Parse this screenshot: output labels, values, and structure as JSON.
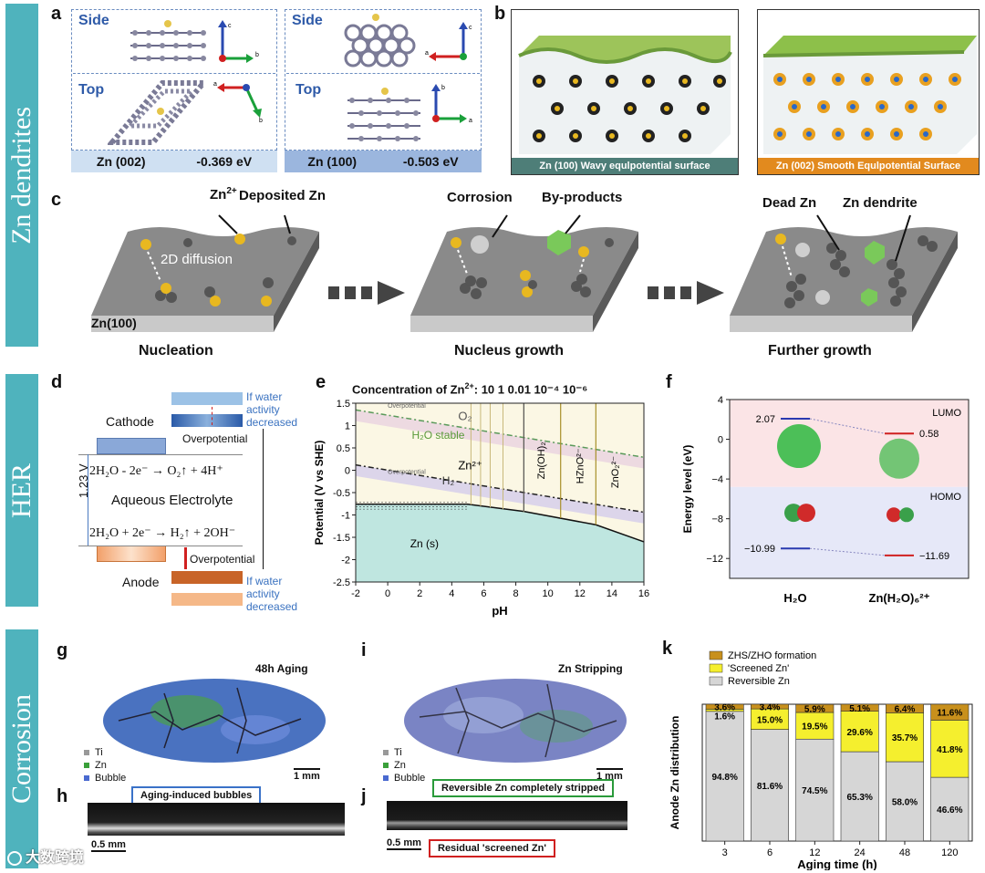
{
  "side_tabs": [
    "Zn dendrites",
    "HER",
    "Corrosion"
  ],
  "panels": {
    "a": {
      "label": "a",
      "left": {
        "side": "Side",
        "top": "Top",
        "facet": "Zn (002)",
        "energy": "-0.369 eV",
        "axis_c": "c",
        "axis_b": "b",
        "axis_a": "a"
      },
      "right": {
        "side": "Side",
        "top": "Top",
        "facet": "Zn (100)",
        "energy": "-0.503 eV",
        "axis_c": "c",
        "axis_b": "b",
        "axis_a": "a"
      }
    },
    "b": {
      "label": "b",
      "left_caption": "Zn (100) Wavy equlpotential surface",
      "right_caption": "Zn (002) Smooth Equlpotential Surface"
    },
    "c": {
      "label": "c",
      "zn2": "Zn",
      "zn2_sup": "2+",
      "deposited": "Deposited Zn",
      "diffusion": "2D diffusion",
      "substrate": "Zn(100)",
      "corrosion": "Corrosion",
      "byproducts": "By-products",
      "dead_zn": "Dead Zn",
      "dendrite": "Zn dendrite",
      "stage1": "Nucleation",
      "stage2": "Nucleus growth",
      "stage3": "Further growth"
    },
    "d": {
      "label": "d",
      "cathode": "Cathode",
      "anode": "Anode",
      "overpotential_top": "Overpotential",
      "overpotential_bottom": "Overpotential",
      "water_top": "If water activity decreased",
      "water_bottom": "If water activity decreased",
      "reaction_top": "2H₂O - 2e⁻ → O₂↑ + 4H⁺",
      "reaction_bottom": "2H₂O + 2e⁻ → H₂↑ + 2OH⁻",
      "electrolyte": "Aqueous Electrolyte",
      "voltage": "1.23 V"
    },
    "e": {
      "label": "e",
      "title": "Concentration of Zn",
      "title_sup": "2+",
      "title_values": ": 10  1  0.01  10⁻⁴  10⁻⁶",
      "o2_label": "O₂",
      "h2_label": "H₂",
      "overpotential": "Overpotential",
      "stable": "H₂O stable",
      "zn2": "Zn²⁺",
      "znoh": "Zn(OH)₂",
      "hzno": "HZnO²⁻",
      "zno2": "ZnO₂²⁻",
      "zns": "Zn (s)"
    },
    "f": {
      "label": "f",
      "lumo": "LUMO",
      "homo": "HOMO",
      "lumo_left": "2.07",
      "lumo_right": "0.58",
      "homo_left": "−10.99",
      "homo_right": "−11.69",
      "mol1": "H₂O",
      "mol2": "Zn(H₂O)₆²⁺"
    },
    "g": {
      "label": "g",
      "title": "48h Aging",
      "legend": [
        "Ti",
        "Zn",
        "Bubble"
      ],
      "scale": "1 mm"
    },
    "i": {
      "label": "i",
      "title": "Zn Stripping",
      "legend": [
        "Ti",
        "Zn",
        "Bubble"
      ],
      "scale": "1 mm"
    },
    "h": {
      "label": "h",
      "callout": "Aging-induced bubbles",
      "scale": "0.5 mm"
    },
    "j": {
      "label": "j",
      "callout_top": "Reversible Zn completely stripped",
      "callout_bottom": "Residual 'screened Zn'",
      "scale": "0.5 mm"
    },
    "k": {
      "label": "k"
    }
  },
  "watermark": "大数跨境",
  "colors": {
    "tab": "#4fb3bd",
    "zhs": "#c8901c",
    "screened": "#f5ef2e",
    "reversible": "#d6d6d6"
  },
  "chart_data": [
    {
      "type": "area",
      "panel": "e",
      "title": "Concentration of Zn²⁺ : 10  1  0.01  10⁻⁴  10⁻⁶",
      "xlabel": "pH",
      "ylabel": "Potential (V vs SHE)",
      "xlim": [
        -2,
        16
      ],
      "ylim": [
        -2.5,
        1.5
      ],
      "xticks": [
        -2,
        0,
        2,
        4,
        6,
        8,
        10,
        12,
        14,
        16
      ],
      "yticks": [
        1.5,
        1,
        0.5,
        0,
        -0.5,
        -1,
        -1.5,
        -2,
        -2.5
      ],
      "ytick_labels": [
        "1.5",
        "1",
        "0.5",
        "0",
        "-0.5",
        "-1",
        "-1.5",
        "-2",
        "-2.5"
      ],
      "series": [
        {
          "name": "O₂",
          "x": [
            -2,
            16
          ],
          "y": [
            1.35,
            0.29
          ]
        },
        {
          "name": "H₂",
          "x": [
            -2,
            16
          ],
          "y": [
            0.12,
            -0.94
          ]
        },
        {
          "x": [
            -2,
            5,
            8.5,
            13,
            16
          ],
          "y": [
            -0.76,
            -0.76,
            -0.92,
            -1.22,
            -1.6
          ]
        }
      ]
    },
    {
      "type": "bar",
      "panel": "k",
      "xlabel": "Aging time (h)",
      "ylabel": "Anode Zn distribution",
      "categories": [
        "3",
        "6",
        "12",
        "24",
        "48",
        "120"
      ],
      "ylim": [
        0,
        100
      ],
      "series": [
        {
          "name": "Reversible Zn",
          "values": [
            94.8,
            81.6,
            74.5,
            65.3,
            58.0,
            46.6
          ],
          "labels": [
            "94.8%",
            "81.6%",
            "74.5%",
            "65.3%",
            "58.0%",
            "46.6%"
          ],
          "color": "#d6d6d6"
        },
        {
          "name": "'Screened Zn'",
          "values": [
            1.6,
            15.0,
            19.5,
            29.6,
            35.7,
            41.8
          ],
          "labels": [
            "1.6%",
            "15.0%",
            "19.5%",
            "29.6%",
            "35.7%",
            "41.8%"
          ],
          "color": "#f5ef2e"
        },
        {
          "name": "ZHS/ZHO formation",
          "values": [
            3.6,
            3.4,
            5.9,
            5.1,
            6.4,
            11.6
          ],
          "labels": [
            "3.6%",
            "3.4%",
            "5.9%",
            "5.1%",
            "6.4%",
            "11.6%"
          ],
          "color": "#c8901c"
        }
      ],
      "legend_placement": "top-left"
    },
    {
      "type": "scatter",
      "panel": "f",
      "ylabel": "Energy level (eV)",
      "yticks": [
        4,
        0,
        -4,
        -8,
        -12
      ],
      "ytick_labels": [
        "4",
        "0",
        "−4",
        "−8",
        "−12"
      ],
      "ylim": [
        -14,
        4
      ],
      "series": [
        {
          "name": "LUMO",
          "values": [
            2.07,
            0.58
          ]
        },
        {
          "name": "HOMO",
          "values": [
            -10.99,
            -11.69
          ]
        }
      ],
      "categories": [
        "H₂O",
        "Zn(H₂O)₆²⁺"
      ]
    }
  ]
}
